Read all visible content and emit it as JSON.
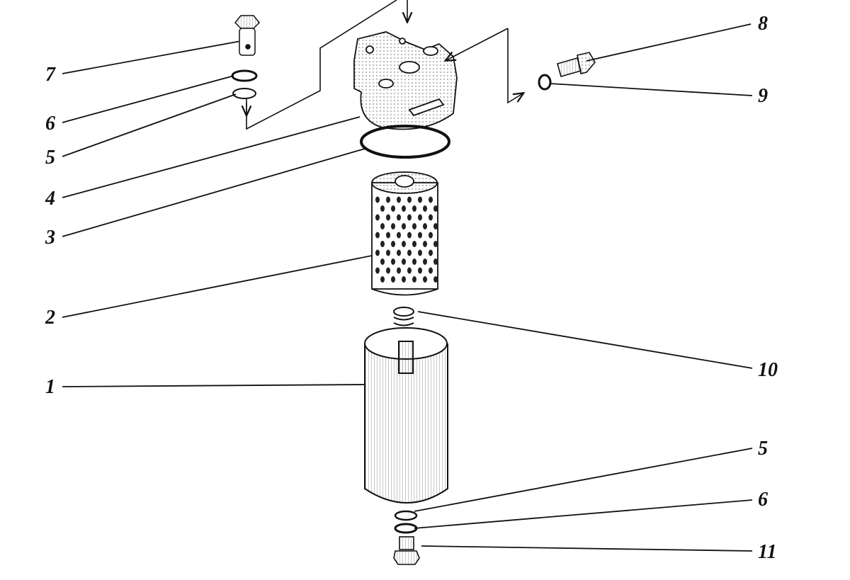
{
  "diagram": {
    "type": "exploded-parts-view",
    "left_labels": [
      "7",
      "6",
      "5",
      "4",
      "3",
      "2",
      "1"
    ],
    "right_labels": [
      "8",
      "9",
      "10",
      "5",
      "6",
      "11"
    ]
  },
  "colors": {
    "ink": "#111111",
    "background": "#ffffff"
  }
}
